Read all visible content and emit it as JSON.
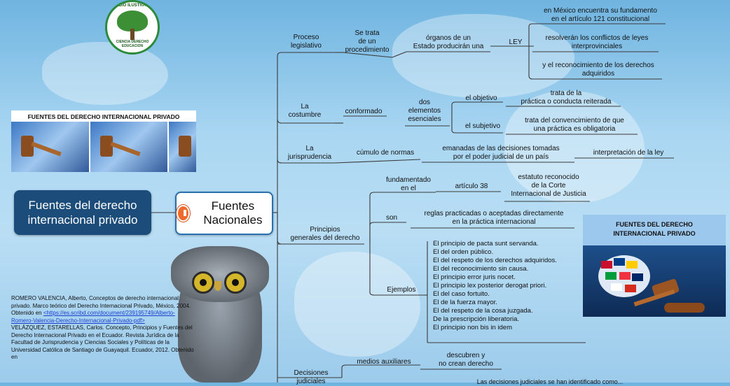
{
  "logo": {
    "top_text": "RADIO ILUSTRADO",
    "bottom_text": "CIENCIA DERECHO EDUCACION"
  },
  "root": {
    "label": "Fuentes del derecho internacional privado"
  },
  "center": {
    "label": "Fuentes Nacionales"
  },
  "banner_left": {
    "title": "FUENTES DEL DERECHO INTERNACIONAL PRIVADO"
  },
  "banner_right": {
    "title_line1": "FUENTES DEL DERECHO",
    "title_line2": "INTERNACIONAL PRIVADO"
  },
  "branches": {
    "proceso": {
      "label_l1": "Proceso",
      "label_l2": "legislativo",
      "n1_l1": "Se trata",
      "n1_l2": "de un",
      "n1_l3": "procedimiento",
      "n2_l1": "órganos de un",
      "n2_l2": "Estado producirán una",
      "ley": "LEY",
      "leaf1_l1": "en México encuentra su fundamento",
      "leaf1_l2": "en el artículo 121 constitucional",
      "leaf2_l1": "resolverán los conflictos de leyes",
      "leaf2_l2": "interprovinciales",
      "leaf3_l1": "y el reconocimiento de los derechos",
      "leaf3_l2": "adquiridos"
    },
    "costumbre": {
      "label_l1": "La",
      "label_l2": "costumbre",
      "n1": "conformado",
      "n2_l1": "dos",
      "n2_l2": "elementos",
      "n2_l3": "esenciales",
      "obj": "el objetivo",
      "obj_leaf_l1": "trata de la",
      "obj_leaf_l2": "práctica o conducta reiterada",
      "subj": "el subjetivo",
      "subj_leaf_l1": "trata del convencimiento de que",
      "subj_leaf_l2": "una práctica es obligatoria"
    },
    "jurisprudencia": {
      "label_l1": "La",
      "label_l2": "jurisprudencia",
      "n1": "cúmulo de normas",
      "n2_l1": "emanadas de las decisiones tomadas",
      "n2_l2": "por el poder judicial de un país",
      "n3": "interpretación de la ley"
    },
    "principios": {
      "label_l1": "Principios",
      "label_l2": "generales del derecho",
      "fund_l1": "fundamentado",
      "fund_l2": "en el",
      "art": "artículo 38",
      "art_leaf_l1": "estatuto reconocido",
      "art_leaf_l2": "de la Corte",
      "art_leaf_l3": "Internacional de Justicia",
      "son": "son",
      "son_leaf_l1": "reglas practicadas o aceptadas directamente",
      "son_leaf_l2": "en la práctica internacional",
      "ejemplos": "Ejemplos",
      "ejemplos_list": [
        "El principio de pacta sunt servanda.",
        "El del orden público.",
        "El del respeto de los derechos adquiridos.",
        "El del reconocimiento sin causa.",
        "El principio error juris nocet.",
        "El principio lex posterior derogat priori.",
        "El del caso fortuito.",
        "El de la fuerza mayor.",
        "El del respeto de la cosa juzgada.",
        "De la prescripción liberatoria.",
        "El principio non bis in idem"
      ]
    },
    "decisiones": {
      "label_l1": "Decisiones",
      "label_l2": "judiciales",
      "n1": "medios auxiliares",
      "n1_leaf_l1": "descubren y",
      "n1_leaf_l2": "no crean derecho",
      "n2_partial": "Las decisiones judiciales se han identificado como..."
    }
  },
  "references": {
    "r1": "ROMERO VALENCIA, Alberto, Conceptos de derecho internacional privado. Marco teórico del Derecho Internacional Privado, México, 2004. Obtenido en",
    "r1_link": "<https://es.scribd.com/document/239195749/Alberto-Romero-Valencia-Derecho-Internacional-Privado-pdf>",
    "r2": "VELÁZQUEZ, ESTARELLAS, Carlos. Concepto, Principios y Fuentes del Derecho Internacional Privado en el Ecuador. Revista Jurídica de la Facultad de Jurisprudencia y Ciencias Sociales y Políticas de la Universidad Católica de Santiago de Guayaquil. Ecuador, 2012. Obtenido en"
  }
}
